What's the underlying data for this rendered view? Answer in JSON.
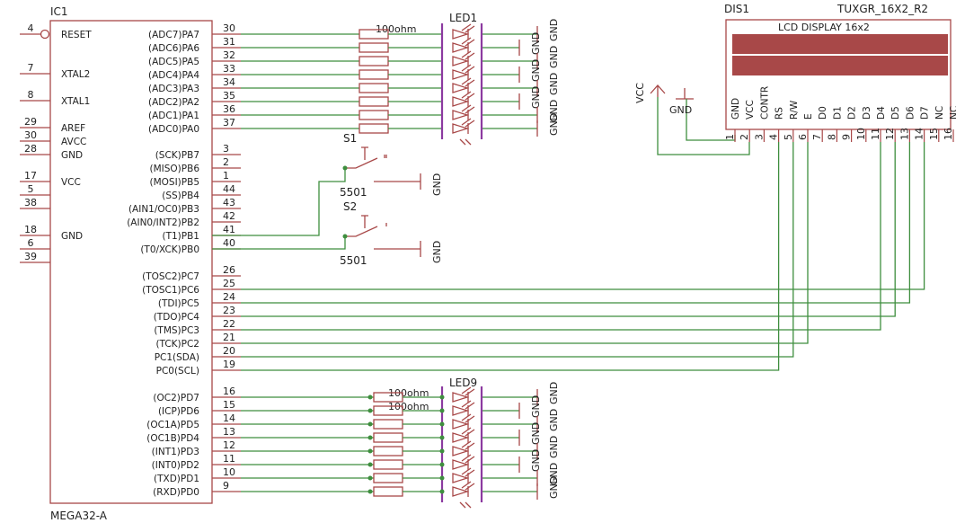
{
  "ic1": {
    "ref": "IC1",
    "part": "MEGA32-A",
    "left_pins": [
      {
        "num": "4",
        "name": "RESET"
      },
      {
        "num": "7",
        "name": "XTAL2"
      },
      {
        "num": "8",
        "name": "XTAL1"
      },
      {
        "num": "29",
        "name": "AREF"
      },
      {
        "num": "30",
        "name": "AVCC"
      },
      {
        "num": "28",
        "name": "GND"
      },
      {
        "num": "17",
        "name": "VCC"
      },
      {
        "num": "5",
        "name": ""
      },
      {
        "num": "38",
        "name": ""
      },
      {
        "num": "18",
        "name": "GND"
      },
      {
        "num": "6",
        "name": ""
      },
      {
        "num": "39",
        "name": ""
      }
    ],
    "right_pins": [
      {
        "name": "(ADC7)PA7",
        "num": "30"
      },
      {
        "name": "(ADC6)PA6",
        "num": "31"
      },
      {
        "name": "(ADC5)PA5",
        "num": "32"
      },
      {
        "name": "(ADC4)PA4",
        "num": "33"
      },
      {
        "name": "(ADC3)PA3",
        "num": "34"
      },
      {
        "name": "(ADC2)PA2",
        "num": "35"
      },
      {
        "name": "(ADC1)PA1",
        "num": "36"
      },
      {
        "name": "(ADC0)PA0",
        "num": "37"
      },
      {
        "name": "(SCK)PB7",
        "num": "3"
      },
      {
        "name": "(MISO)PB6",
        "num": "2"
      },
      {
        "name": "(MOSI)PB5",
        "num": "1"
      },
      {
        "name": "(SS)PB4",
        "num": "44"
      },
      {
        "name": "(AIN1/OC0)PB3",
        "num": "43"
      },
      {
        "name": "(AIN0/INT2)PB2",
        "num": "42"
      },
      {
        "name": "(T1)PB1",
        "num": "41"
      },
      {
        "name": "(T0/XCK)PB0",
        "num": "40"
      },
      {
        "name": "(TOSC2)PC7",
        "num": "26"
      },
      {
        "name": "(TOSC1)PC6",
        "num": "25"
      },
      {
        "name": "(TDI)PC5",
        "num": "24"
      },
      {
        "name": "(TDO)PC4",
        "num": "23"
      },
      {
        "name": "(TMS)PC3",
        "num": "22"
      },
      {
        "name": "(TCK)PC2",
        "num": "21"
      },
      {
        "name": "PC1(SDA)",
        "num": "20"
      },
      {
        "name": "PC0(SCL)",
        "num": "19"
      },
      {
        "name": "(OC2)PD7",
        "num": "16"
      },
      {
        "name": "(ICP)PD6",
        "num": "15"
      },
      {
        "name": "(OC1A)PD5",
        "num": "14"
      },
      {
        "name": "(OC1B)PD4",
        "num": "13"
      },
      {
        "name": "(INT1)PD3",
        "num": "12"
      },
      {
        "name": "(INT0)PD2",
        "num": "11"
      },
      {
        "name": "(TXD)PD1",
        "num": "10"
      },
      {
        "name": "(RXD)PD0",
        "num": "9"
      }
    ]
  },
  "resistors": {
    "top_value": "100ohm",
    "bottom_value_1": "100ohm",
    "bottom_value_2": "100ohm"
  },
  "leds": {
    "top": "LED1",
    "bottom": "LED9"
  },
  "switches": [
    {
      "ref": "S1",
      "part": "5501"
    },
    {
      "ref": "S2",
      "part": "5501"
    }
  ],
  "gnd_label": "GND",
  "vcc_label": "VCC",
  "display": {
    "ref": "DIS1",
    "part": "TUXGR_16X2_R2",
    "title": "LCD DISPLAY 16x2",
    "pins": [
      {
        "num": "1",
        "name": "GND"
      },
      {
        "num": "2",
        "name": "VCC"
      },
      {
        "num": "3",
        "name": "CONTR"
      },
      {
        "num": "4",
        "name": "RS"
      },
      {
        "num": "5",
        "name": "R/W"
      },
      {
        "num": "6",
        "name": "E"
      },
      {
        "num": "7",
        "name": "D0"
      },
      {
        "num": "8",
        "name": "D1"
      },
      {
        "num": "9",
        "name": "D2"
      },
      {
        "num": "10",
        "name": "D3"
      },
      {
        "num": "11",
        "name": "D4"
      },
      {
        "num": "12",
        "name": "D5"
      },
      {
        "num": "13",
        "name": "D6"
      },
      {
        "num": "14",
        "name": "D7"
      },
      {
        "num": "15",
        "name": "NC"
      },
      {
        "num": "16",
        "name": "NC"
      }
    ],
    "bar_color": "#a84848"
  },
  "colors": {
    "wire": "#3e8e3e",
    "symbol": "#a84848",
    "led_bar": "#8c3aa0"
  }
}
